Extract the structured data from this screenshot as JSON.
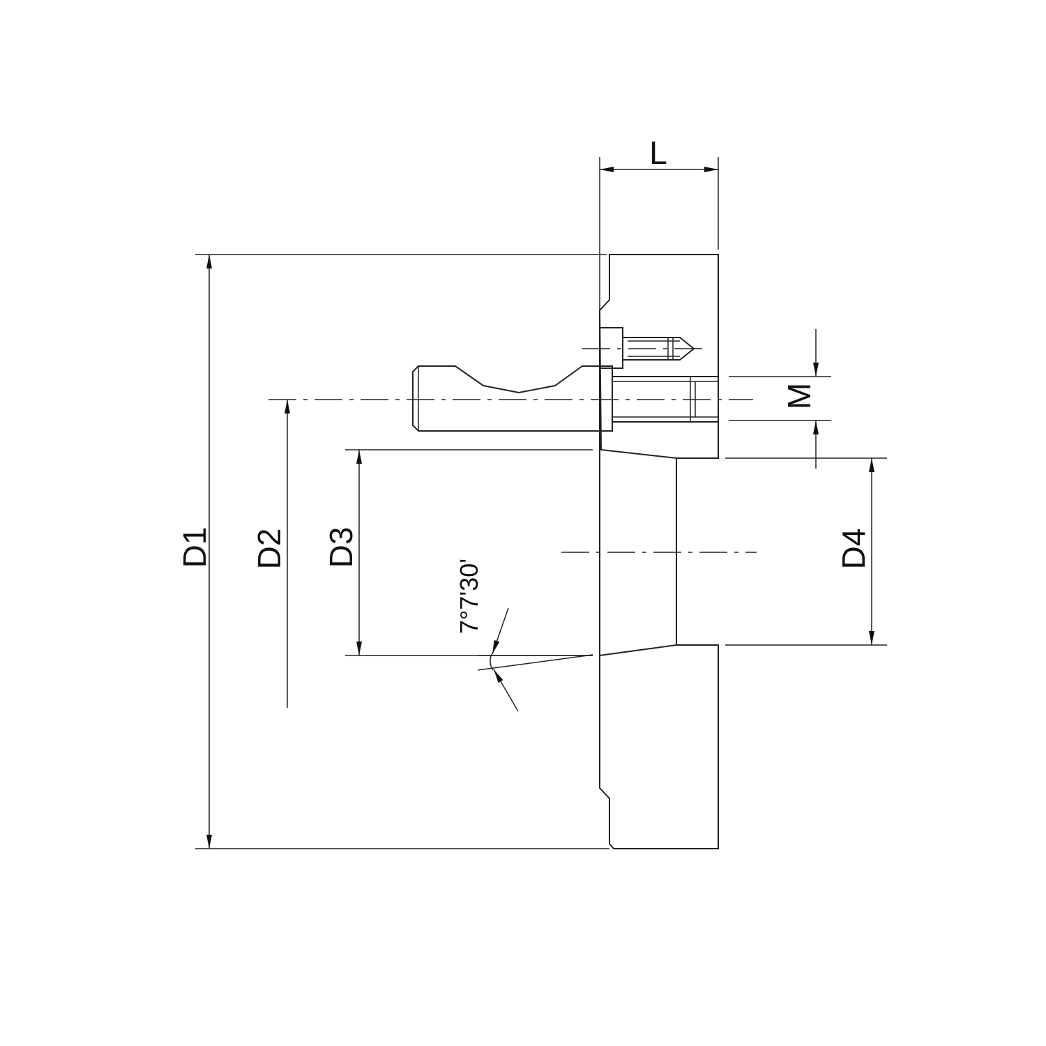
{
  "drawing": {
    "labels": {
      "L": "L",
      "M": "M",
      "D1": "D1",
      "D2": "D2",
      "D3": "D3",
      "D4": "D4",
      "angle": "7°7'30'"
    },
    "line_color": "#222222"
  }
}
